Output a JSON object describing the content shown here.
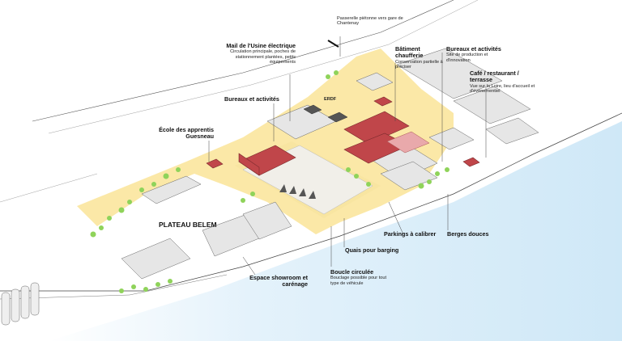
{
  "labels": {
    "passerelle": {
      "sub": "Passerelle piétonne vers gare de Chantenay"
    },
    "mail": {
      "title": "Mail de l'Usine électrique",
      "sub": "Circulation principale, poches de stationnement plantées, petits équipements"
    },
    "batiment": {
      "title": "Bâtiment chaufferie",
      "sub": "Conservation partielle à préciser"
    },
    "bureaux_right": {
      "title": "Bureaux et activités",
      "sub": "Site de production et d'innovation"
    },
    "cafe": {
      "title": "Café / restaurant / terrasse",
      "sub": "Vue sur la Loire, lieu d'accueil et d'événementiel"
    },
    "bureaux_left": {
      "title": "Bureaux et activités"
    },
    "erdf": {
      "title": "ERDF"
    },
    "ecole": {
      "title": "École des apprentis Guesneau"
    },
    "plateau": {
      "title": "PLATEAU BELEM"
    },
    "parkings": {
      "title": "Parkings à calibrer"
    },
    "berges": {
      "title": "Berges douces"
    },
    "quais": {
      "title": "Quais pour barging"
    },
    "boucle": {
      "title": "Boucle circulée",
      "sub": "Bouclage possible pour tout type de véhicule"
    },
    "showroom": {
      "title": "Espace showroom et carénage"
    }
  },
  "colors": {
    "river": "#d7ecf8",
    "yellow_zone": "#f9e08a",
    "red_building": "#c0464a",
    "pink_building": "#e9a9ab",
    "grey_building": "#e2e2e2",
    "trees": "#8fd35a"
  }
}
